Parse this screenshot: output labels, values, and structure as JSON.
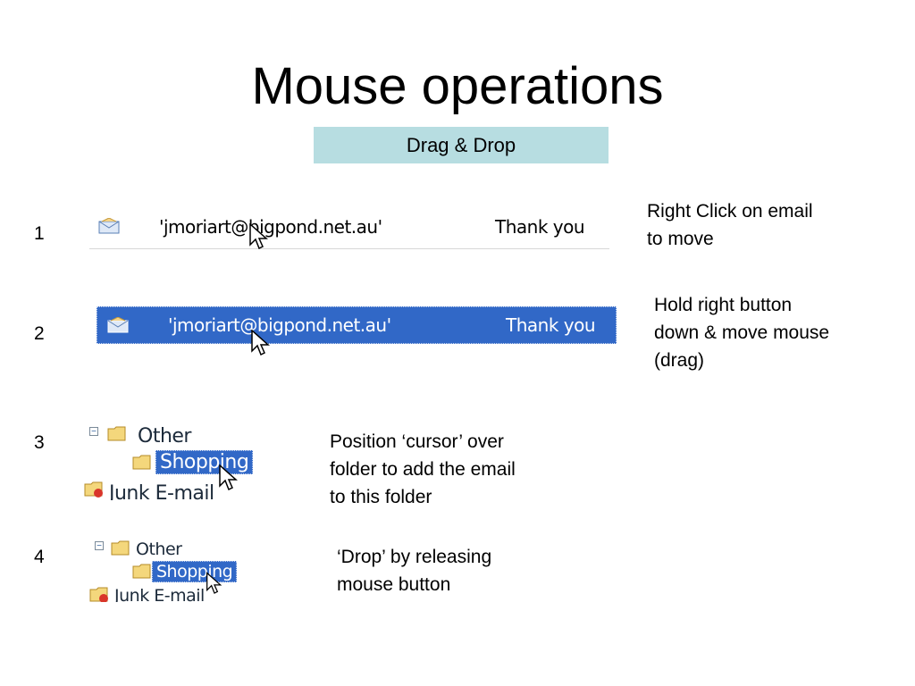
{
  "slide": {
    "title": "Mouse operations",
    "subtitle": "Drag & Drop"
  },
  "steps": [
    {
      "number": "1",
      "email_sender": "'jmoriart@bigpond.net.au'",
      "email_subject": "Thank you",
      "note": [
        "Right Click on email",
        "to move"
      ]
    },
    {
      "number": "2",
      "email_sender": "'jmoriart@bigpond.net.au'",
      "email_subject": "Thank you",
      "note": [
        "Hold right button",
        "down & move mouse",
        "(drag)"
      ]
    },
    {
      "number": "3",
      "tree_parent": "Other",
      "tree_selected": "Shopping",
      "tree_next": "Junk E-mail",
      "note": [
        "Position ‘cursor’ over",
        "folder to add the email",
        "to this folder"
      ]
    },
    {
      "number": "4",
      "tree_parent": "Other",
      "tree_selected": "Shopping",
      "tree_next": "Junk E-mail",
      "note": [
        "‘Drop’ by releasing",
        "mouse button"
      ]
    }
  ],
  "colors": {
    "subtitle_bg": "#b7dde1",
    "selection": "#3168c7"
  },
  "icons": [
    "envelope-icon",
    "mouse-cursor-icon",
    "folder-icon",
    "junk-folder-icon",
    "tree-collapse-icon"
  ]
}
